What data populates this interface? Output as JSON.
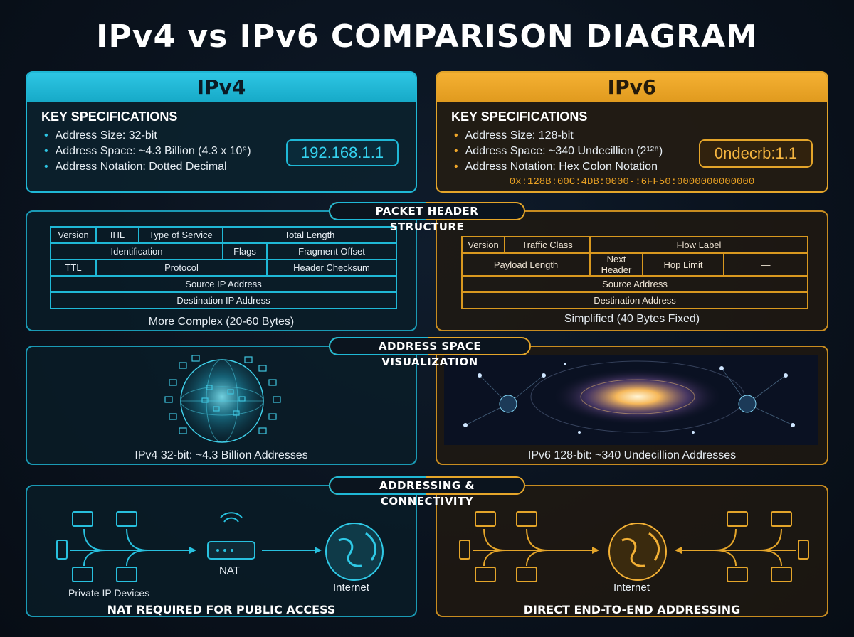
{
  "title": "IPv4 vs IPv6 COMPARISON DIAGRAM",
  "ipv4": {
    "header": "IPv4",
    "spec_title": "KEY SPECIFICATIONS",
    "specs": [
      "Address Size: 32-bit",
      "Address Space: ~4.3 Billion (4.3 x 10⁹)",
      "Address Notation: Dotted Decimal"
    ],
    "example": "192.168.1.1",
    "header_fields": {
      "r1": [
        "Version",
        "IHL",
        "Type of Service",
        "Total Length"
      ],
      "r2": [
        "Identification",
        "Flags",
        "Fragment Offset"
      ],
      "r3": [
        "TTL",
        "Protocol",
        "Header Checksum"
      ],
      "r4": [
        "Source IP Address"
      ],
      "r5": [
        "Destination IP Address"
      ]
    },
    "header_caption": "More Complex (20-60 Bytes)",
    "space_caption": "IPv4 32-bit: ~4.3 Billion Addresses",
    "conn": {
      "devices_label": "Private IP Devices",
      "nat_label": "NAT",
      "internet_label": "Internet",
      "footer": "NAT REQUIRED FOR PUBLIC ACCESS"
    }
  },
  "ipv6": {
    "header": "IPv6",
    "spec_title": "KEY SPECIFICATIONS",
    "specs": [
      "Address Size: 128-bit",
      "Address Space: ~340 Undecillion (2¹²⁸)",
      "Address Notation: Hex Colon Notation"
    ],
    "example": "0ndecrb:1.1",
    "hex": "0x:128B:00C:4DB:0000-:6FF50:0000000000000",
    "header_fields": {
      "r1": [
        "Version",
        "Traffic Class",
        "Flow Label"
      ],
      "r2": [
        "Payload Length",
        "Next Header",
        "Hop Limit",
        "—"
      ],
      "r3": [
        "Source Address"
      ],
      "r4": [
        "Destination Address"
      ]
    },
    "header_caption": "Simplified (40 Bytes Fixed)",
    "space_caption": "IPv6 128-bit: ~340 Undecillion Addresses",
    "conn": {
      "internet_label": "Internet",
      "footer": "DIRECT END-TO-END ADDRESSING"
    }
  },
  "sections": {
    "packet": "PACKET HEADER STRUCTURE",
    "space": "ADDRESS SPACE VISUALIZATION",
    "conn": "ADDRESSING & CONNECTIVITY"
  },
  "colors": {
    "ipv4_accent": "#1fb8d6",
    "ipv6_accent": "#e4a52a",
    "background": "#0a121d"
  }
}
